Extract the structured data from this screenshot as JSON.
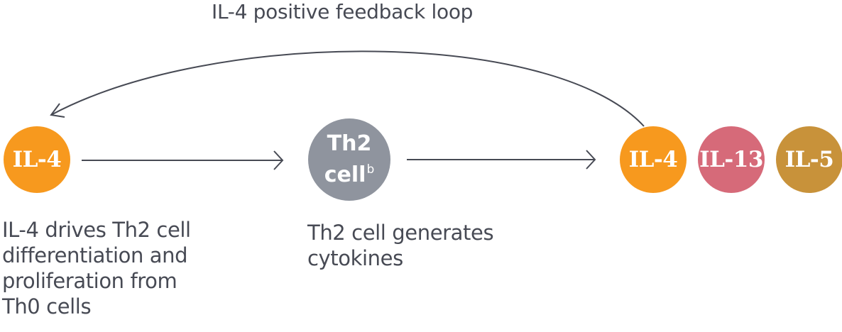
{
  "title": "IL-4 positive feedback loop",
  "colors": {
    "il4": "#f7991e",
    "th2": "#8f949e",
    "il13": "#d66a79",
    "il5": "#c8923a",
    "arrow": "#474a54",
    "text": "#474a54"
  },
  "nodes": {
    "il4_source": {
      "label": "IL-4"
    },
    "th2": {
      "line1": "Th2",
      "line2": "cell",
      "superscript": "b"
    },
    "il4_output": {
      "label": "IL-4"
    },
    "il13_output": {
      "label": "IL-13"
    },
    "il5_output": {
      "label": "IL-5"
    }
  },
  "descriptions": {
    "step1": [
      "IL-4 drives Th2 cell",
      "differentiation and",
      "proliferation from",
      "Th0 cells"
    ],
    "step2": [
      "Th2 cell generates",
      "cytokines"
    ]
  },
  "edges": [
    {
      "from": "il4_source",
      "to": "th2",
      "type": "straight-arrow"
    },
    {
      "from": "th2",
      "to": "il4_output",
      "type": "straight-arrow"
    },
    {
      "from": "il4_output",
      "to": "il4_source",
      "type": "curved-arrow",
      "label": "IL-4 positive feedback loop"
    }
  ]
}
